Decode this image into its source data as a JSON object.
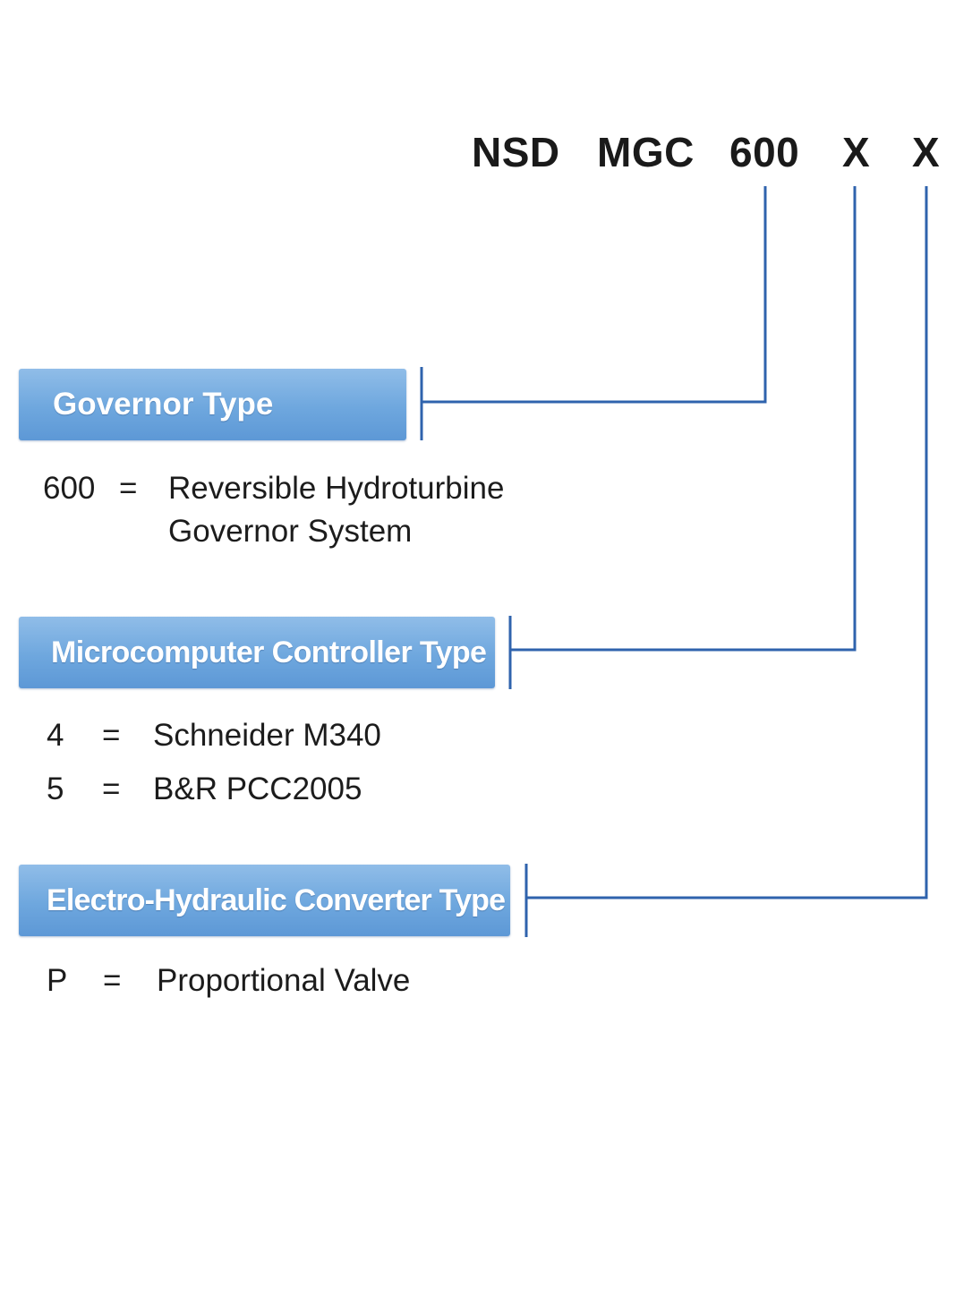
{
  "model_code": {
    "parts": [
      "NSD",
      "MGC",
      "600",
      "X",
      "X"
    ]
  },
  "colors": {
    "connector_line": "#2f63ad",
    "header_fill": "#6ea7de",
    "header_text": "#ffffff"
  },
  "sections": [
    {
      "title": "Governor Type",
      "options": [
        {
          "code": "600",
          "equals": "=",
          "description_lines": [
            "Reversible Hydroturbine",
            "Governor System"
          ]
        }
      ]
    },
    {
      "title": "Microcomputer Controller Type",
      "options": [
        {
          "code": "4",
          "equals": "=",
          "description_lines": [
            "Schneider M340"
          ]
        },
        {
          "code": "5",
          "equals": "=",
          "description_lines": [
            "B&R PCC2005"
          ]
        }
      ]
    },
    {
      "title": "Electro-Hydraulic Converter Type",
      "options": [
        {
          "code": "P",
          "equals": "=",
          "description_lines": [
            "Proportional Valve"
          ]
        }
      ]
    }
  ]
}
